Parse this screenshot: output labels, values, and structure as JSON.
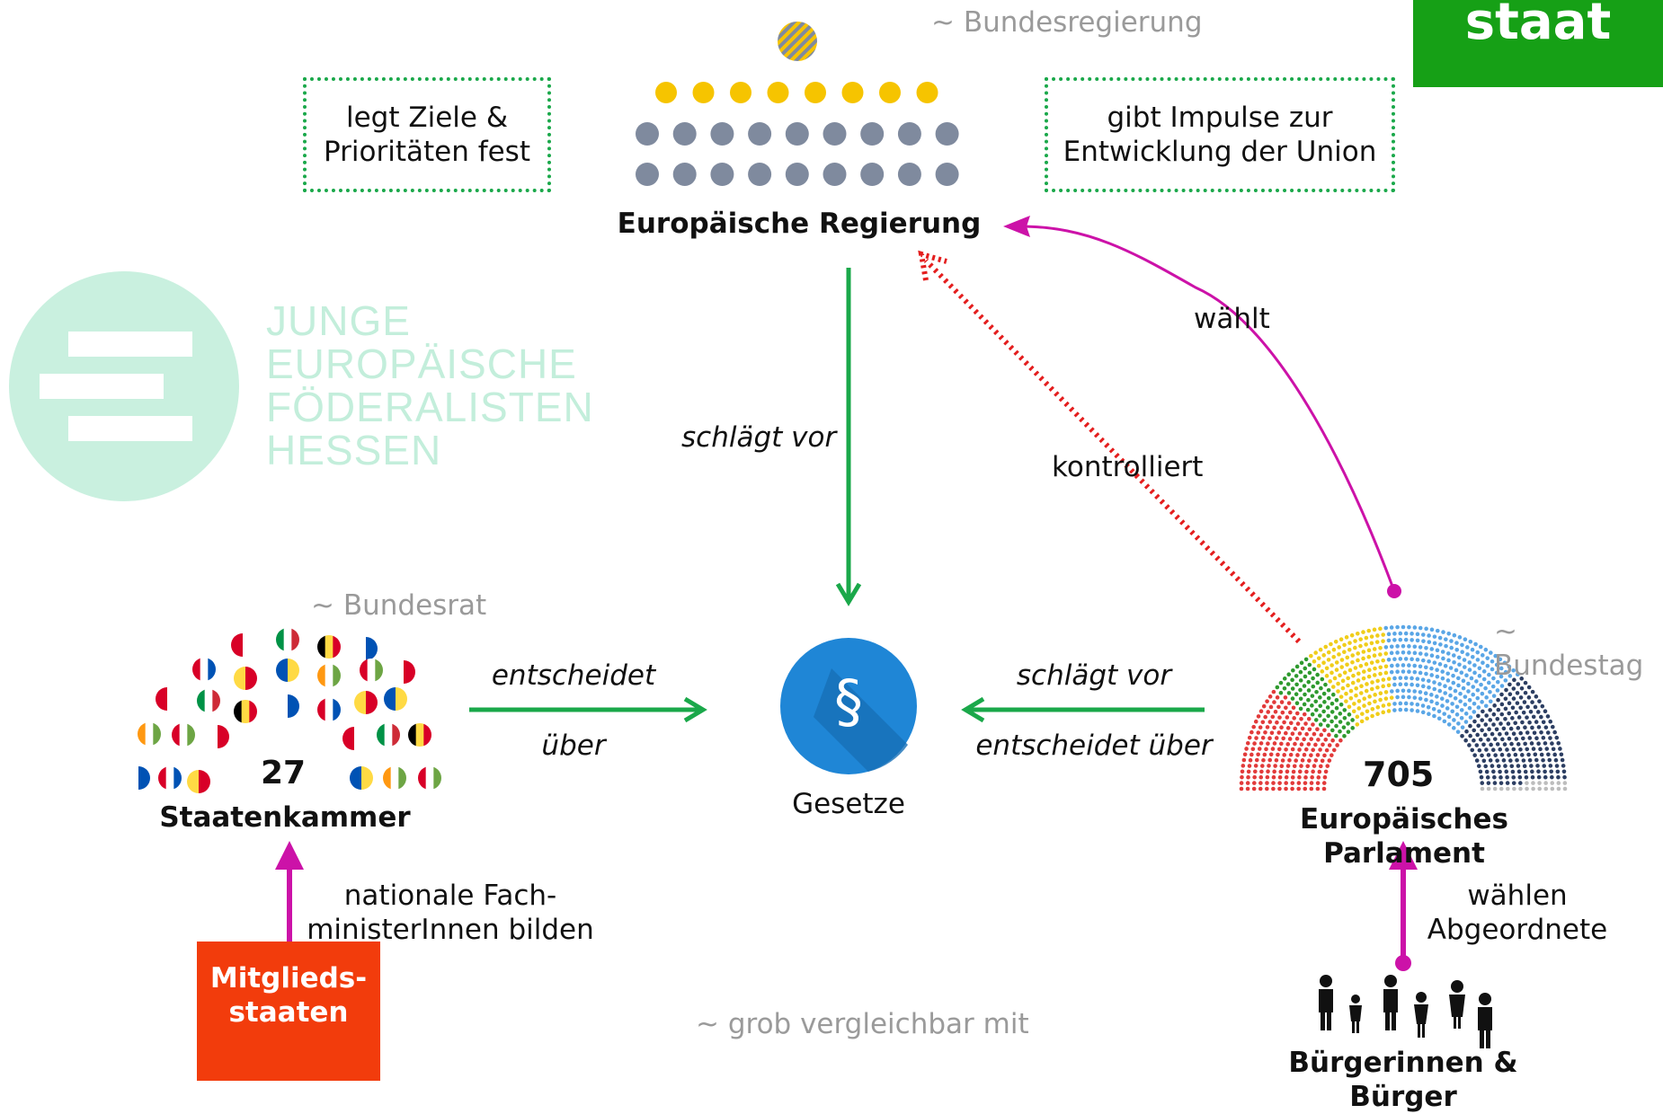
{
  "corner_tag": "staat",
  "government": {
    "comparable": "~ Bundesregierung",
    "title": "Europäische Regierung",
    "left_note": "legt Ziele &\nPrioritäten fest",
    "right_note": "gibt Impulse zur\nEntwicklung der Union",
    "colors": {
      "president": "#f6c400",
      "seat_top": "#f6c400",
      "seat_rest": "#7f8a9e"
    }
  },
  "logo": {
    "lines": [
      "JUNGE",
      "EUROPÄISCHE",
      "FÖDERALISTEN",
      "HESSEN"
    ],
    "color": "#c3eedb"
  },
  "council": {
    "comparable": "~ Bundesrat",
    "count": "27",
    "title": "Staatenkammer"
  },
  "laws": {
    "title": "Gesetze",
    "icon": "paragraph-icon",
    "symbol": "§",
    "color": "#1f86d6"
  },
  "parliament": {
    "comparable": "~ Bundestag",
    "count": "705",
    "title": "Europäisches Parlament"
  },
  "citizens": {
    "title": "Bürgerinnen & Bürger",
    "icon": "people-icon"
  },
  "member_states": {
    "label": "Mitglieds-\nstaaten",
    "color": "#f23c0c"
  },
  "arrows": {
    "proposes_gov": "schlägt vor",
    "controls": "kontrolliert",
    "elects_gov": "wählt",
    "decides_council_1": "entscheidet",
    "decides_council_2": "über",
    "proposes_parl": "schlägt vor",
    "decides_parl": "entscheidet über",
    "ministers": "nationale Fach-\nministerInnen bilden",
    "elect_mps": "wählen\nAbgeordnete"
  },
  "footnote": "~ grob vergleichbar mit",
  "colors": {
    "green": "#1aa84a",
    "magenta": "#cc12a8",
    "red_dotted": "#e41e1e",
    "party_colors": [
      "#e23a3a",
      "#2e9a2e",
      "#f0cd1a",
      "#5aa6e6",
      "#2c3e62",
      "#bdbdbd"
    ]
  }
}
